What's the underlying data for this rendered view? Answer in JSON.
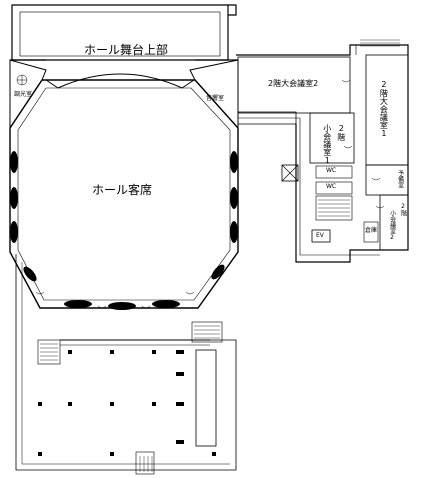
{
  "rooms": {
    "stage_upper": "ホール舞台上部",
    "lighting": "調光室",
    "sound": "音響室",
    "hall_seating": "ホール客席",
    "conference_large_2": "2階大会議室2",
    "conference_large_1": [
      "2",
      "階",
      "大",
      "会",
      "議",
      "室",
      "1"
    ],
    "small_conference_1": [
      [
        "2",
        "階"
      ],
      [
        "小",
        "会",
        "議",
        "室",
        "1"
      ]
    ],
    "small_conference_2": [
      [
        "2",
        "階"
      ],
      [
        "小",
        "会",
        "議",
        "室",
        "2"
      ]
    ],
    "reserve": [
      "予",
      "備",
      "室"
    ],
    "wc_upper": "WC",
    "wc_lower": "WC",
    "elevator": "EV",
    "storage": "倉庫"
  }
}
